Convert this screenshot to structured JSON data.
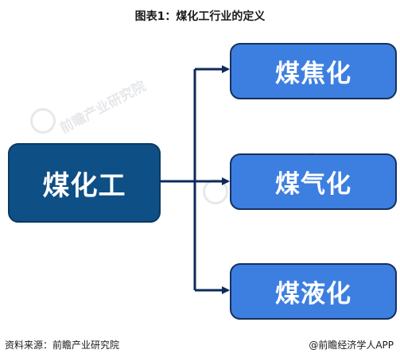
{
  "title": "图表1：煤化工行业的定义",
  "diagram": {
    "root": "煤化工",
    "children": [
      "煤焦化",
      "煤气化",
      "煤液化"
    ]
  },
  "watermark": {
    "text": "前瞻产业研究院",
    "logo": "qianzhan-logo-icon"
  },
  "footer": {
    "source": "资料来源：前瞻产业研究院",
    "credit": "@前瞻经济学人APP"
  },
  "colors": {
    "root_fill": "#0e4f86",
    "child_fill": "#3d7fe0",
    "connector": "#0d2a5a"
  }
}
